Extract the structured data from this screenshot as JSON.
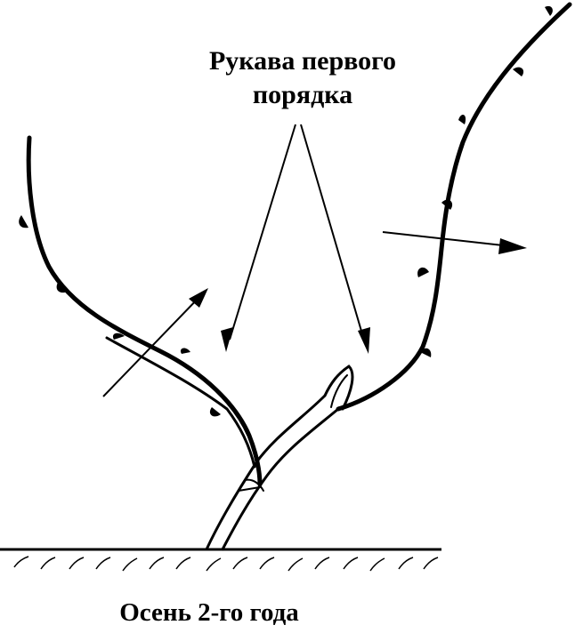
{
  "annotation": {
    "line1": "Рукава первого",
    "line2": "порядка"
  },
  "caption": "Осень 2-го года",
  "colors": {
    "ink": "#000000",
    "paper": "#ffffff"
  }
}
